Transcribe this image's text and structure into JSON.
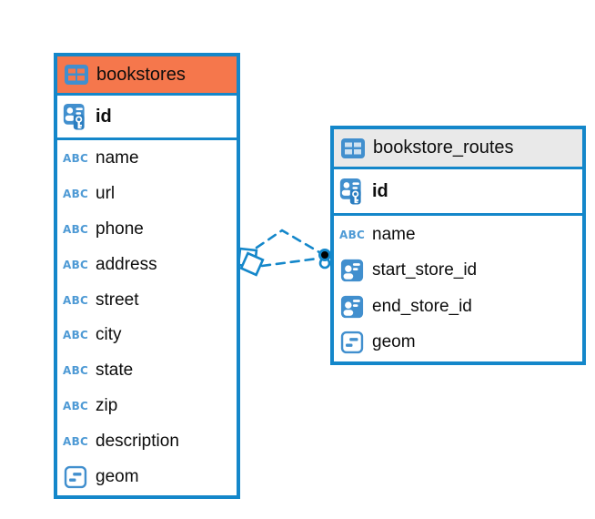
{
  "icons": {
    "text_type_glyph": "ABC"
  },
  "tables": [
    {
      "name": "bookstores",
      "primary_key": {
        "name": "id",
        "type": "primary-key"
      },
      "columns": [
        {
          "name": "name",
          "type": "text"
        },
        {
          "name": "url",
          "type": "text"
        },
        {
          "name": "phone",
          "type": "text"
        },
        {
          "name": "address",
          "type": "text"
        },
        {
          "name": "street",
          "type": "text"
        },
        {
          "name": "city",
          "type": "text"
        },
        {
          "name": "state",
          "type": "text"
        },
        {
          "name": "zip",
          "type": "text"
        },
        {
          "name": "description",
          "type": "text"
        },
        {
          "name": "geom",
          "type": "geometry"
        }
      ]
    },
    {
      "name": "bookstore_routes",
      "primary_key": {
        "name": "id",
        "type": "primary-key"
      },
      "columns": [
        {
          "name": "name",
          "type": "text"
        },
        {
          "name": "start_store_id",
          "type": "reference"
        },
        {
          "name": "end_store_id",
          "type": "reference"
        },
        {
          "name": "geom",
          "type": "geometry"
        }
      ]
    }
  ],
  "relationship": {
    "from_table": "bookstores",
    "to_table": "bookstore_routes",
    "line_style": "dashed",
    "source_marker": "stacked-squares",
    "target_marker": "stacked-dots"
  },
  "colors": {
    "accent_blue": "#1487CA",
    "icon_blue": "#418FCE",
    "bookstores_header": "#F5774C",
    "bookstore_routes_header": "#E9E9E9",
    "target_dot_fill": "#000000",
    "text_color": "#0D0D0D"
  }
}
